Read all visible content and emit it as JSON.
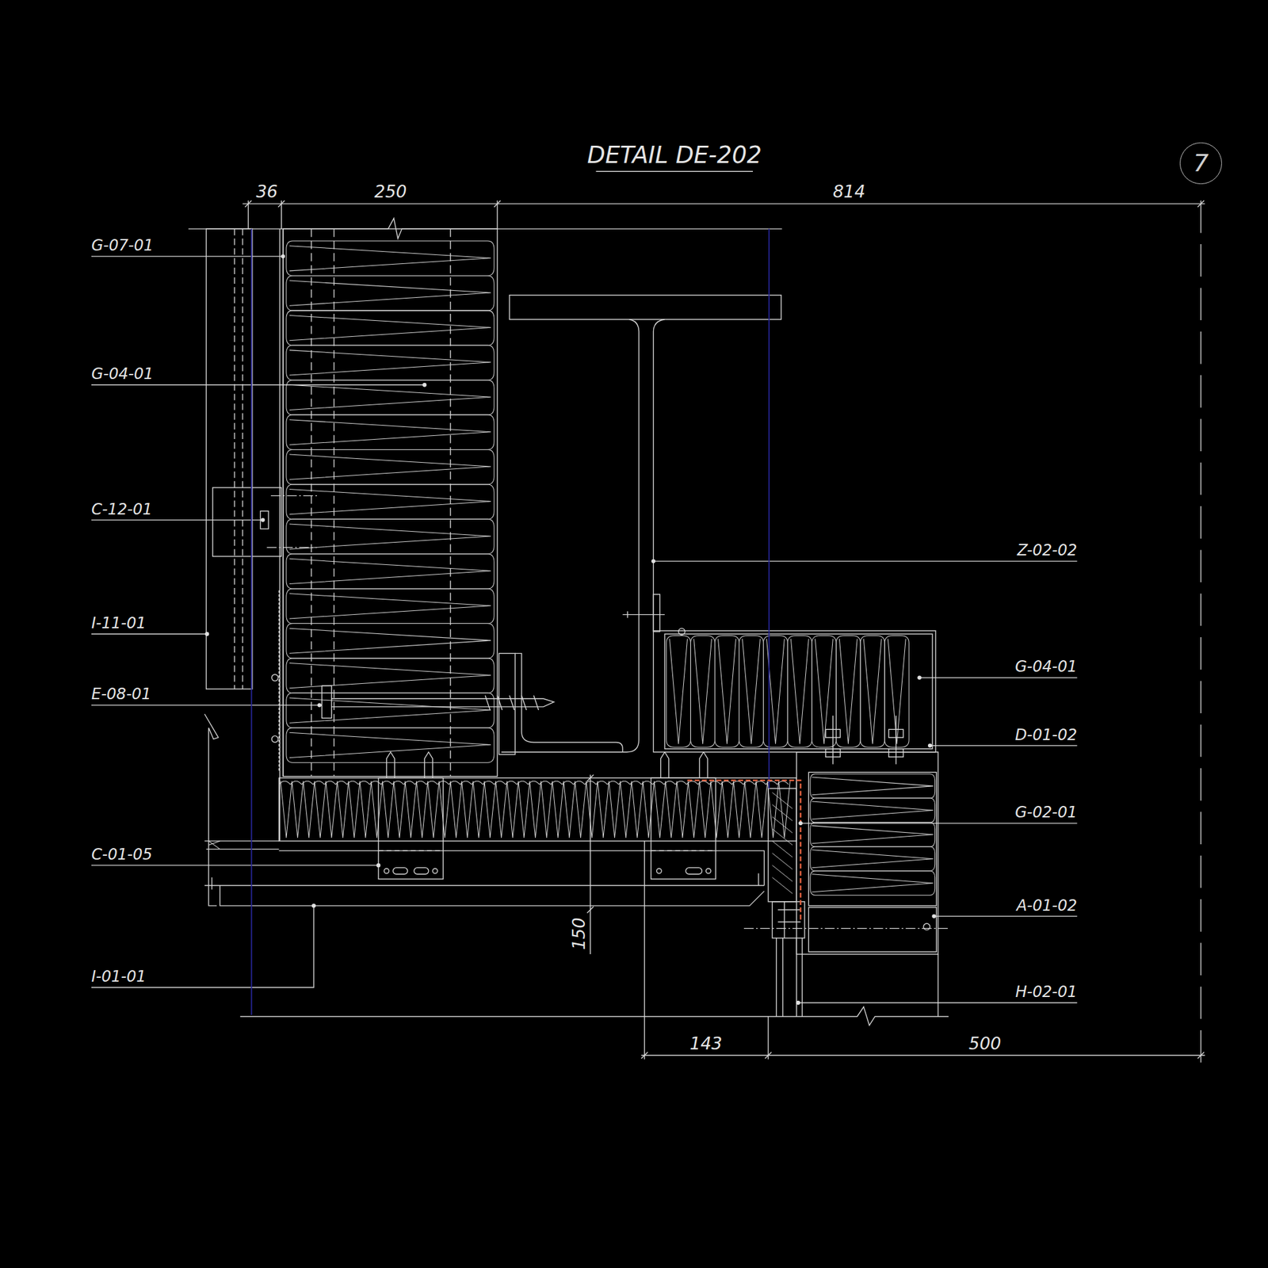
{
  "diagram": {
    "title": "DETAIL DE-202",
    "nodes": [
      {
        "text": [
          "7"
        ]
      }
    ],
    "labels": [
      "G-07-01",
      "G-04-01",
      "C-12-01",
      "I-11-01",
      "E-08-01",
      "C-01-05",
      "I-01-01",
      "Z-02-02",
      "G-04-01",
      "D-01-02",
      "G-02-01",
      "A-01-02",
      "H-02-01",
      "36",
      "250",
      "814",
      "150",
      "143",
      "500"
    ]
  }
}
